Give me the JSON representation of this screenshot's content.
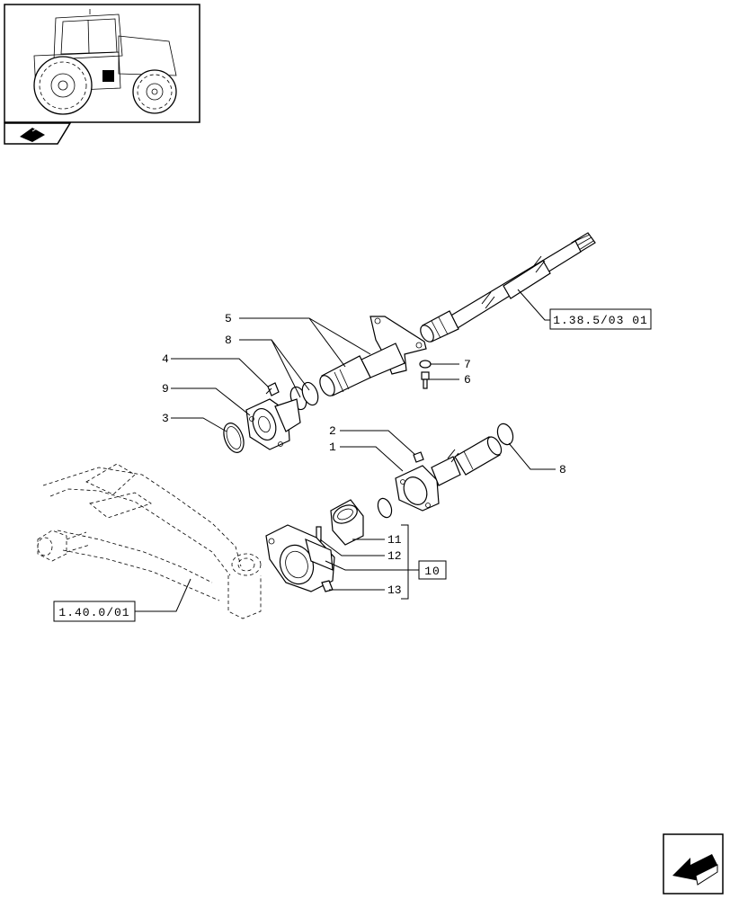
{
  "callouts": {
    "c1": "1",
    "c2": "2",
    "c3": "3",
    "c4": "4",
    "c5": "5",
    "c6": "6",
    "c7": "7",
    "c8a": "8",
    "c8b": "8",
    "c9": "9",
    "c11": "11",
    "c12": "12",
    "c13": "13"
  },
  "refs": {
    "shaft_ref": "1.38.5/03 01",
    "axle_ref": "1.40.0/01",
    "group_ref": "10"
  },
  "icons": {
    "thumbnail": "tractor-thumbnail-icon",
    "nav_tab": "book-nav-icon",
    "next": "next-page-arrow-icon"
  }
}
